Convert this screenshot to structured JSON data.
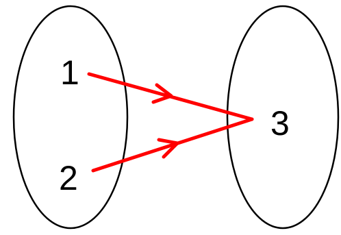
{
  "domain_set": {
    "elements": [
      "1",
      "2"
    ]
  },
  "codomain_set": {
    "elements": [
      "3"
    ]
  },
  "mappings": [
    {
      "from": "1",
      "to": "3"
    },
    {
      "from": "2",
      "to": "3"
    }
  ],
  "colors": {
    "background": "#ffffff",
    "set_outline": "#000000",
    "label_text": "#000000",
    "arrow": "#ff0000"
  }
}
